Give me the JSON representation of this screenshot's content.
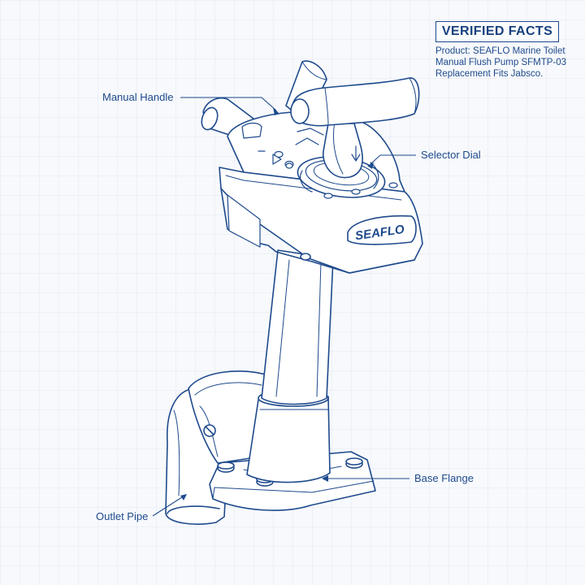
{
  "facts": {
    "heading": "VERIFIED FACTS",
    "lines": [
      "Product: SEAFLO Marine Toilet",
      "Manual Flush Pump SFMTP-03",
      "Replacement Fits Jabsco."
    ]
  },
  "labels": {
    "manual_handle": "Manual Handle",
    "selector_dial": "Selector Dial",
    "base_flange": "Base Flange",
    "outlet_pipe": "Outlet Pipe"
  },
  "brand": {
    "logo_text": "SEAFLO"
  },
  "colors": {
    "line": "#1e4a8c",
    "background": "#f7f9fc"
  }
}
